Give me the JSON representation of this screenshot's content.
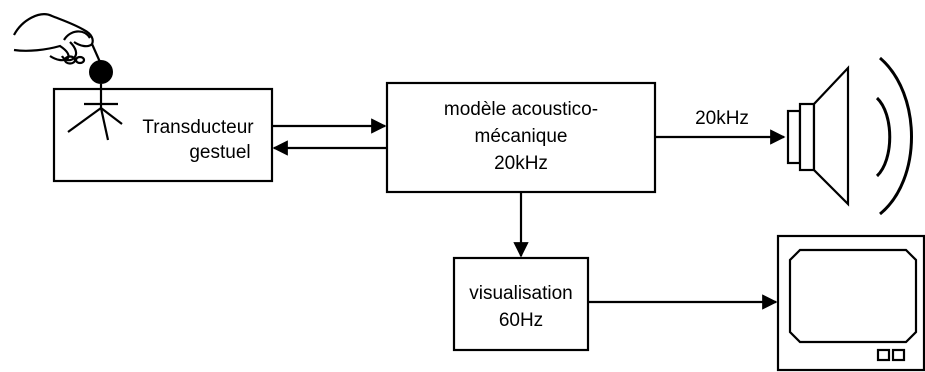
{
  "diagram": {
    "nodes": {
      "transducer": {
        "line1": "Transducteur",
        "line2": "gestuel"
      },
      "model": {
        "line1": "modèle acoustico-",
        "line2": "mécanique",
        "line3": "20kHz"
      },
      "visualisation": {
        "line1": "visualisation",
        "line2": "60Hz"
      }
    },
    "edges": {
      "model_to_speaker_label": "20kHz"
    },
    "icons": {
      "hand": "hand-icon",
      "stick_figure": "stick-figure-icon",
      "speaker": "speaker-icon",
      "monitor": "monitor-icon"
    },
    "colors": {
      "stroke": "#000000",
      "background": "#ffffff"
    }
  }
}
